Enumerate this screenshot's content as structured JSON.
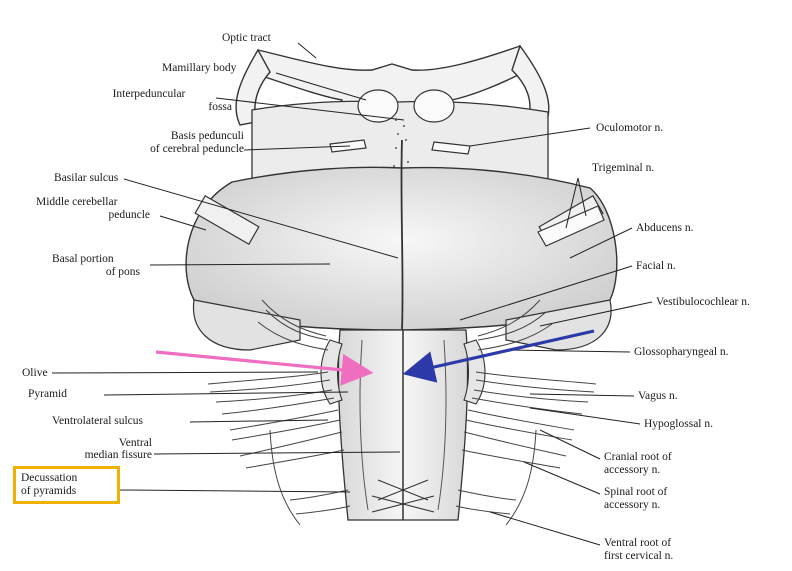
{
  "labels": {
    "optic_tract": "Optic tract",
    "mamillary_body": "Mamillary body",
    "interpeduncular_fossa_1": "Interpeduncular",
    "interpeduncular_fossa_2": "fossa",
    "basis_pedunculi_1": "Basis pedunculi",
    "basis_pedunculi_2": "of cerebral peduncle",
    "basilar_sulcus": "Basilar sulcus",
    "middle_cerebellar_peduncle_1": "Middle cerebellar",
    "middle_cerebellar_peduncle_2": "peduncle",
    "basal_portion_of_pons_1": "Basal portion",
    "basal_portion_of_pons_2": "of pons",
    "olive": "Olive",
    "pyramid": "Pyramid",
    "ventrolateral_sulcus": "Ventrolateral sulcus",
    "ventral_median_fissure_1": "Ventral",
    "ventral_median_fissure_2": "median fissure",
    "decussation_of_pyramids_1": "Decussation",
    "decussation_of_pyramids_2": "of pyramids",
    "oculomotor_n": "Oculomotor n.",
    "trigeminal_n": "Trigeminal n.",
    "abducens_n": "Abducens n.",
    "facial_n": "Facial n.",
    "vestibulocochlear_n": "Vestibulocochlear n.",
    "glossopharyngeal_n": "Glossopharyngeal n.",
    "vagus_n": "Vagus n.",
    "hypoglossal_n": "Hypoglossal n.",
    "cranial_root_accessory_1": "Cranial root of",
    "cranial_root_accessory_2": "accessory n.",
    "spinal_root_accessory_1": "Spinal root of",
    "spinal_root_accessory_2": "accessory n.",
    "ventral_root_first_cervical_1": "Ventral root of",
    "ventral_root_first_cervical_2": "first cervical n."
  },
  "colors": {
    "pink_arrow": "#f06ec0",
    "blue_arrow": "#2b3aa8",
    "highlight_box": "#f0b000",
    "line": "#222222"
  }
}
